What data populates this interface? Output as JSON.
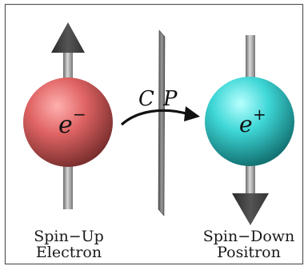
{
  "diagram": {
    "left": {
      "particle_symbol": "e",
      "particle_charge": "−",
      "caption_line1": "Spin−Up",
      "caption_line2": "Electron",
      "sphere_color": "#e06464",
      "spin": "up"
    },
    "right": {
      "particle_symbol": "e",
      "particle_charge": "+",
      "caption_line1": "Spin−Down",
      "caption_line2": "Positron",
      "sphere_color": "#3ed6d6",
      "spin": "down"
    },
    "transform": {
      "symbol_1": "C",
      "symbol_2": "P"
    },
    "colors": {
      "frame": "#555555",
      "arrow": "#111111",
      "plane": "#6e6e6e"
    }
  }
}
